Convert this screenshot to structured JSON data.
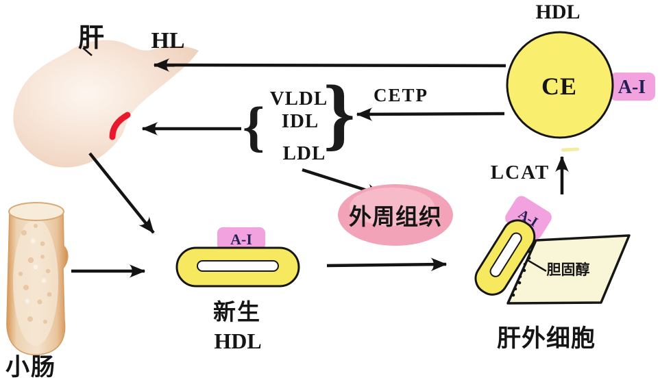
{
  "labels": {
    "liver": "肝",
    "hepatic_lipase": "HL",
    "hdl": "HDL",
    "cholesteryl_ester": "CE",
    "apo_a1": "A-I",
    "cetp": "CETP",
    "vldl": "VLDL",
    "idl": "IDL",
    "ldl": "LDL",
    "lcat": "LCAT",
    "peripheral_tissue": "外周组织",
    "nascent_hdl_line1": "新生",
    "nascent_hdl_line2": "HDL",
    "small_intestine": "小肠",
    "extrahepatic_cell": "肝外细胞",
    "cholesterol": "胆固醇",
    "brace_left": "{",
    "brace_right": "}"
  },
  "colors": {
    "hdl_sphere_fill": "#f9ee6d",
    "nascent_disc_fill": "#f6e95f",
    "a1_badge_fill": "#f2a2de",
    "a1_badge_text": "#241f55",
    "peripheral_fill": "#f2a3b8",
    "peripheral_text": "#c5203a",
    "membrane_fill": "#f9f6d8",
    "liver_fill": "#f2d6c2",
    "intestine_fill": "#e0a876",
    "arrow": "#141414",
    "label_text": "#151515",
    "red_vessel": "#e8192c"
  }
}
